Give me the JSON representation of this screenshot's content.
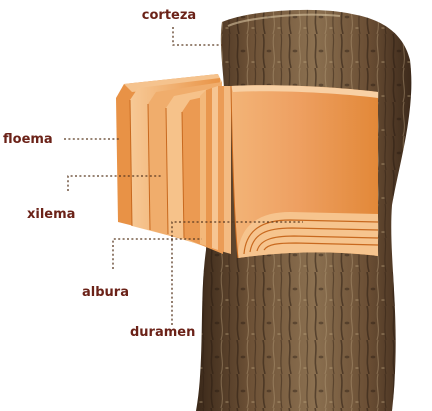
{
  "labels": {
    "corteza": "corteza",
    "floema": "floema",
    "xilema": "xilema",
    "albura": "albura",
    "duramen": "duramen"
  },
  "colors": {
    "label_text": "#6b2218",
    "leader_line": "#5a3a22",
    "bark_dark": "#3d2a1c",
    "bark_mid": "#6e5238",
    "bark_light": "#a08866",
    "layer_orange": "#ea9a52",
    "layer_light": "#f6c794",
    "layer_dark": "#c96a22"
  }
}
